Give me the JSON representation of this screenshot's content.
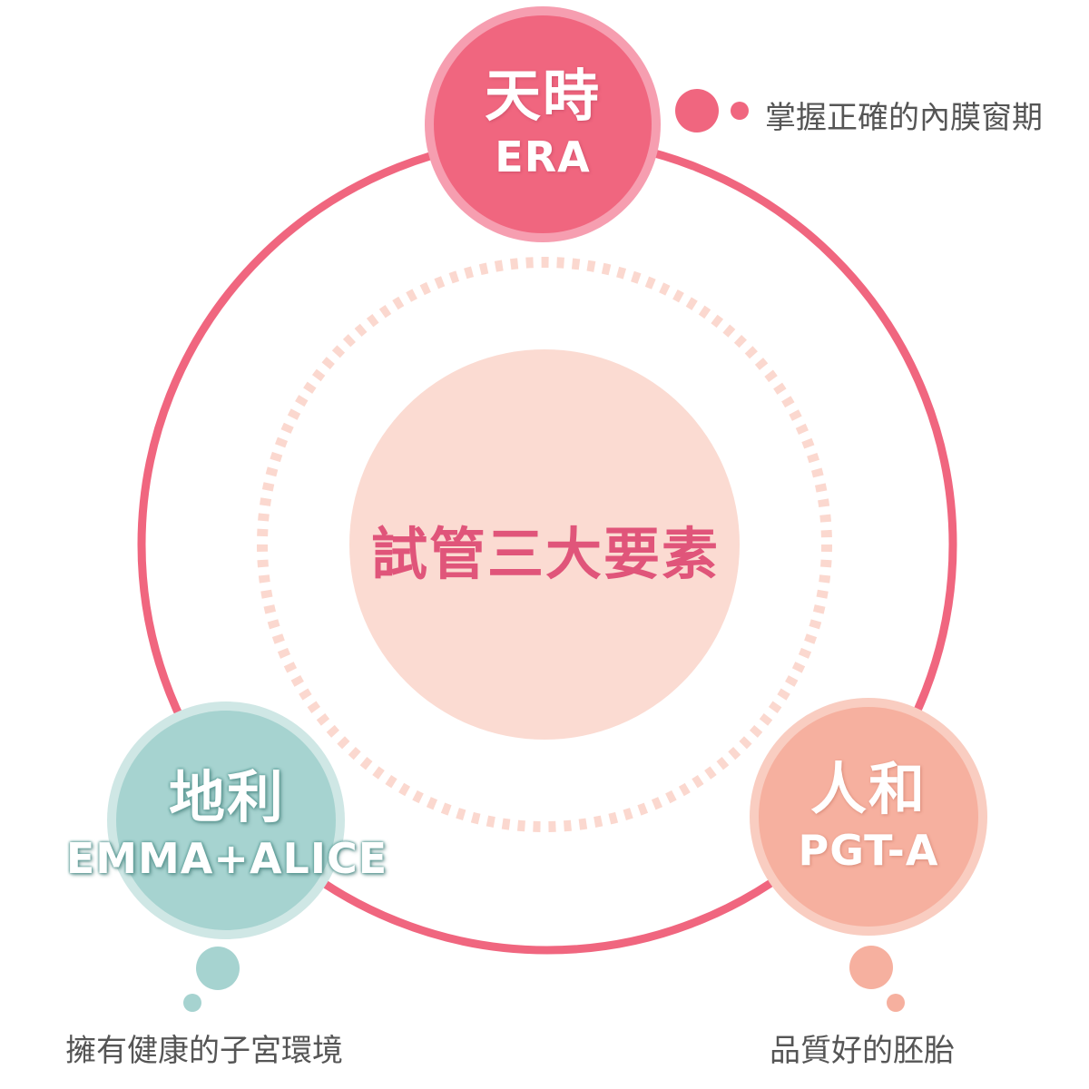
{
  "center": {
    "title": "試管三大要素"
  },
  "elements": [
    {
      "id": "tianshi",
      "title": "天時",
      "subtitle": "ERA",
      "description": "掌握正確的內膜窗期",
      "color": "#f0667f"
    },
    {
      "id": "dili",
      "title": "地利",
      "subtitle": "EMMA+ALICE",
      "description": "擁有健康的子宮環境",
      "color": "#a6d3d0"
    },
    {
      "id": "renhe",
      "title": "人和",
      "subtitle": "PGT-A",
      "description": "品質好的胚胎",
      "color": "#f6b09f"
    }
  ],
  "colors": {
    "ring": "#f0667f",
    "dotted_ring": "#fbd8cf",
    "center_fill": "#fbdbd2",
    "center_text": "#e0557a"
  }
}
